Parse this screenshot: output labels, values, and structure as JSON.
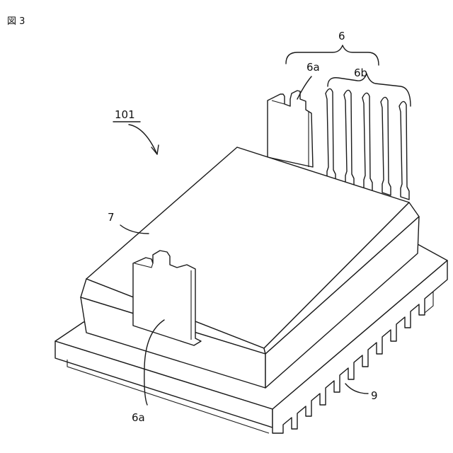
{
  "figure": {
    "title": "図 3"
  },
  "labels": {
    "assembly": "101",
    "terminal_group": "6",
    "terminal_a_top": "6a",
    "terminal_b": "6b",
    "mold_body": "7",
    "terminal_a_front": "6a",
    "heat_sink": "9"
  }
}
